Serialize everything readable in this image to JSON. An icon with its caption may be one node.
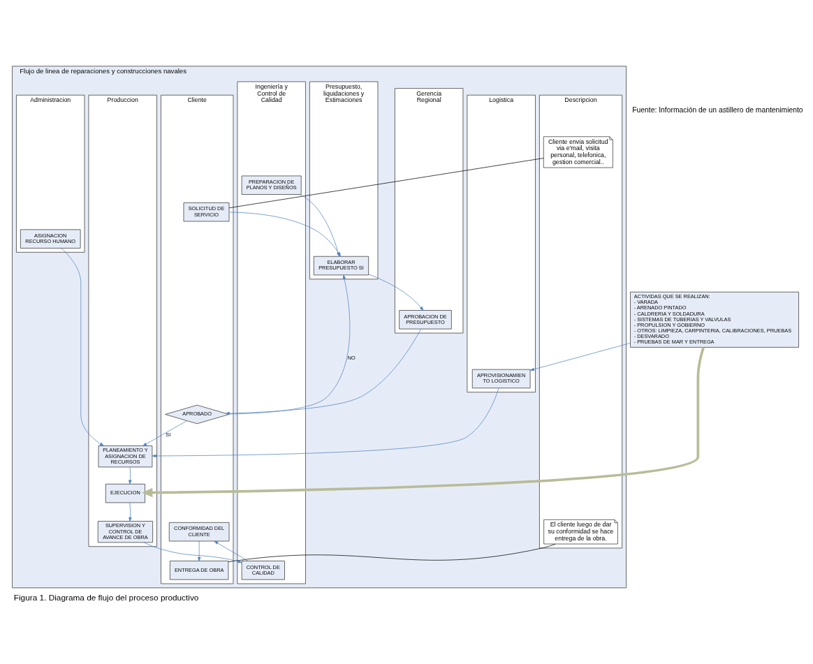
{
  "diagram": {
    "caption": "Figura 1. Diagrama de flujo del proceso productivo",
    "nodes": [
      {
        "text": [
          "Flujo de linea de reparaciones y construcciones navales"
        ]
      },
      {
        "text": [
          "Descripcion"
        ],
        "in": 0
      },
      {
        "text": [
          "Cliente"
        ],
        "in": 0
      },
      {
        "text": [
          "Presupuesto, liquidaciones y Estimaciones"
        ],
        "in": 0
      },
      {
        "text": [
          "Gerencia Regional"
        ],
        "in": 0
      },
      {
        "text": [
          "Produccion"
        ],
        "in": 0
      },
      {
        "text": [
          "Logistica"
        ],
        "in": 0
      },
      {
        "text": [
          "Ingeniería y Control de Calidad"
        ],
        "in": 0
      },
      {
        "text": [
          "Administracion"
        ],
        "in": 0
      },
      {
        "text": [
          "Cliente envia solicitud via e'mail, visita personal, telefonica, gestion comercial.."
        ],
        "in": 1
      },
      {
        "text": [
          "SOLICITUD DE SERVICIO"
        ],
        "in": 2
      },
      {
        "text": [
          "ELABORAR PRESUPUESTO SI"
        ],
        "in": 3
      },
      {
        "text": [
          "PREPARACION DE PLANOS Y DISEÑOS"
        ],
        "in": 7
      },
      {
        "text": [
          "APROBACION DE PRESUPUESTO"
        ],
        "in": 4
      },
      {
        "text": [
          "APROVISIONAMIEN TO LOGISTICO"
        ],
        "in": 6
      },
      {
        "text": [
          "APROBADO"
        ],
        "in": 2
      },
      {
        "text": [
          "PLANEAMIENTO Y ASIGNACION DE RECURSOS"
        ],
        "in": 5
      },
      {
        "text": [
          "ASIGNACION RECURSO HUMANO"
        ],
        "in": 8
      },
      {
        "text": [
          "ACTIVIDAS QUE SE REALIZAN:",
          "- VARADA",
          "- ARENADO PINTADO",
          "- CALDRERIA Y SOLDADURA",
          "- SISTEMAS DE TUBERIAS Y VALVULAS",
          "- PROPULSION Y GOBIERNO",
          "- OTROS: LIMPIEZA, CARPINTERIA, CALIBRACIONES, PRUEBAS",
          "- DESVARADO",
          "- PRUEBAS DE MAR Y ENTREGA"
        ]
      },
      {
        "text": [
          "EJECUCION"
        ],
        "in": 5
      },
      {
        "text": [
          "CONFORMIDAD DEL CLIENTE"
        ],
        "in": 2
      },
      {
        "text": [
          "El cliente luego de dar su conformidad se hace entrega de la obra."
        ],
        "in": 1
      },
      {
        "text": [
          "ENTREGA DE OBRA"
        ],
        "in": 2
      },
      {
        "text": [
          "SUPERVISION Y CONTROL DE AVANCE DE OBRA"
        ],
        "in": 5
      },
      {
        "text": [
          "CONTROL DE CALIDAD"
        ],
        "in": 7
      }
    ],
    "edges": [
      {
        "from": 9,
        "to": 10,
        "arrow": "none",
        "color": "#000000"
      },
      {
        "from": 10,
        "to": 11,
        "arrow": "to"
      },
      {
        "from": 12,
        "to": 11,
        "arrow": "to"
      },
      {
        "from": 15,
        "to": 11,
        "arrow": "to",
        "label": "NO"
      },
      {
        "from": 11,
        "to": 13,
        "arrow": "to"
      },
      {
        "from": 13,
        "to": 15,
        "arrow": "to"
      },
      {
        "from": 15,
        "to": 16,
        "arrow": "to",
        "label": "SI"
      },
      {
        "from": 18,
        "to": 14,
        "arrow": "to"
      },
      {
        "from": 14,
        "to": 16,
        "arrow": "to"
      },
      {
        "from": 17,
        "to": 16,
        "arrow": "to"
      },
      {
        "from": 16,
        "to": 19,
        "arrow": "to"
      },
      {
        "from": 18,
        "to": 19,
        "arrow": "to",
        "style": "thick",
        "color": "#b8bc98"
      },
      {
        "from": 19,
        "to": 23,
        "arrow": "to"
      },
      {
        "from": 23,
        "to": 24,
        "arrow": "to"
      },
      {
        "from": 24,
        "to": 20,
        "arrow": "to"
      },
      {
        "from": 20,
        "to": 22,
        "arrow": "to"
      },
      {
        "from": 21,
        "to": 22,
        "arrow": "none",
        "color": "#000000"
      }
    ],
    "labels": [
      "Fuente: Información de un astillero de mantenimiento"
    ]
  }
}
